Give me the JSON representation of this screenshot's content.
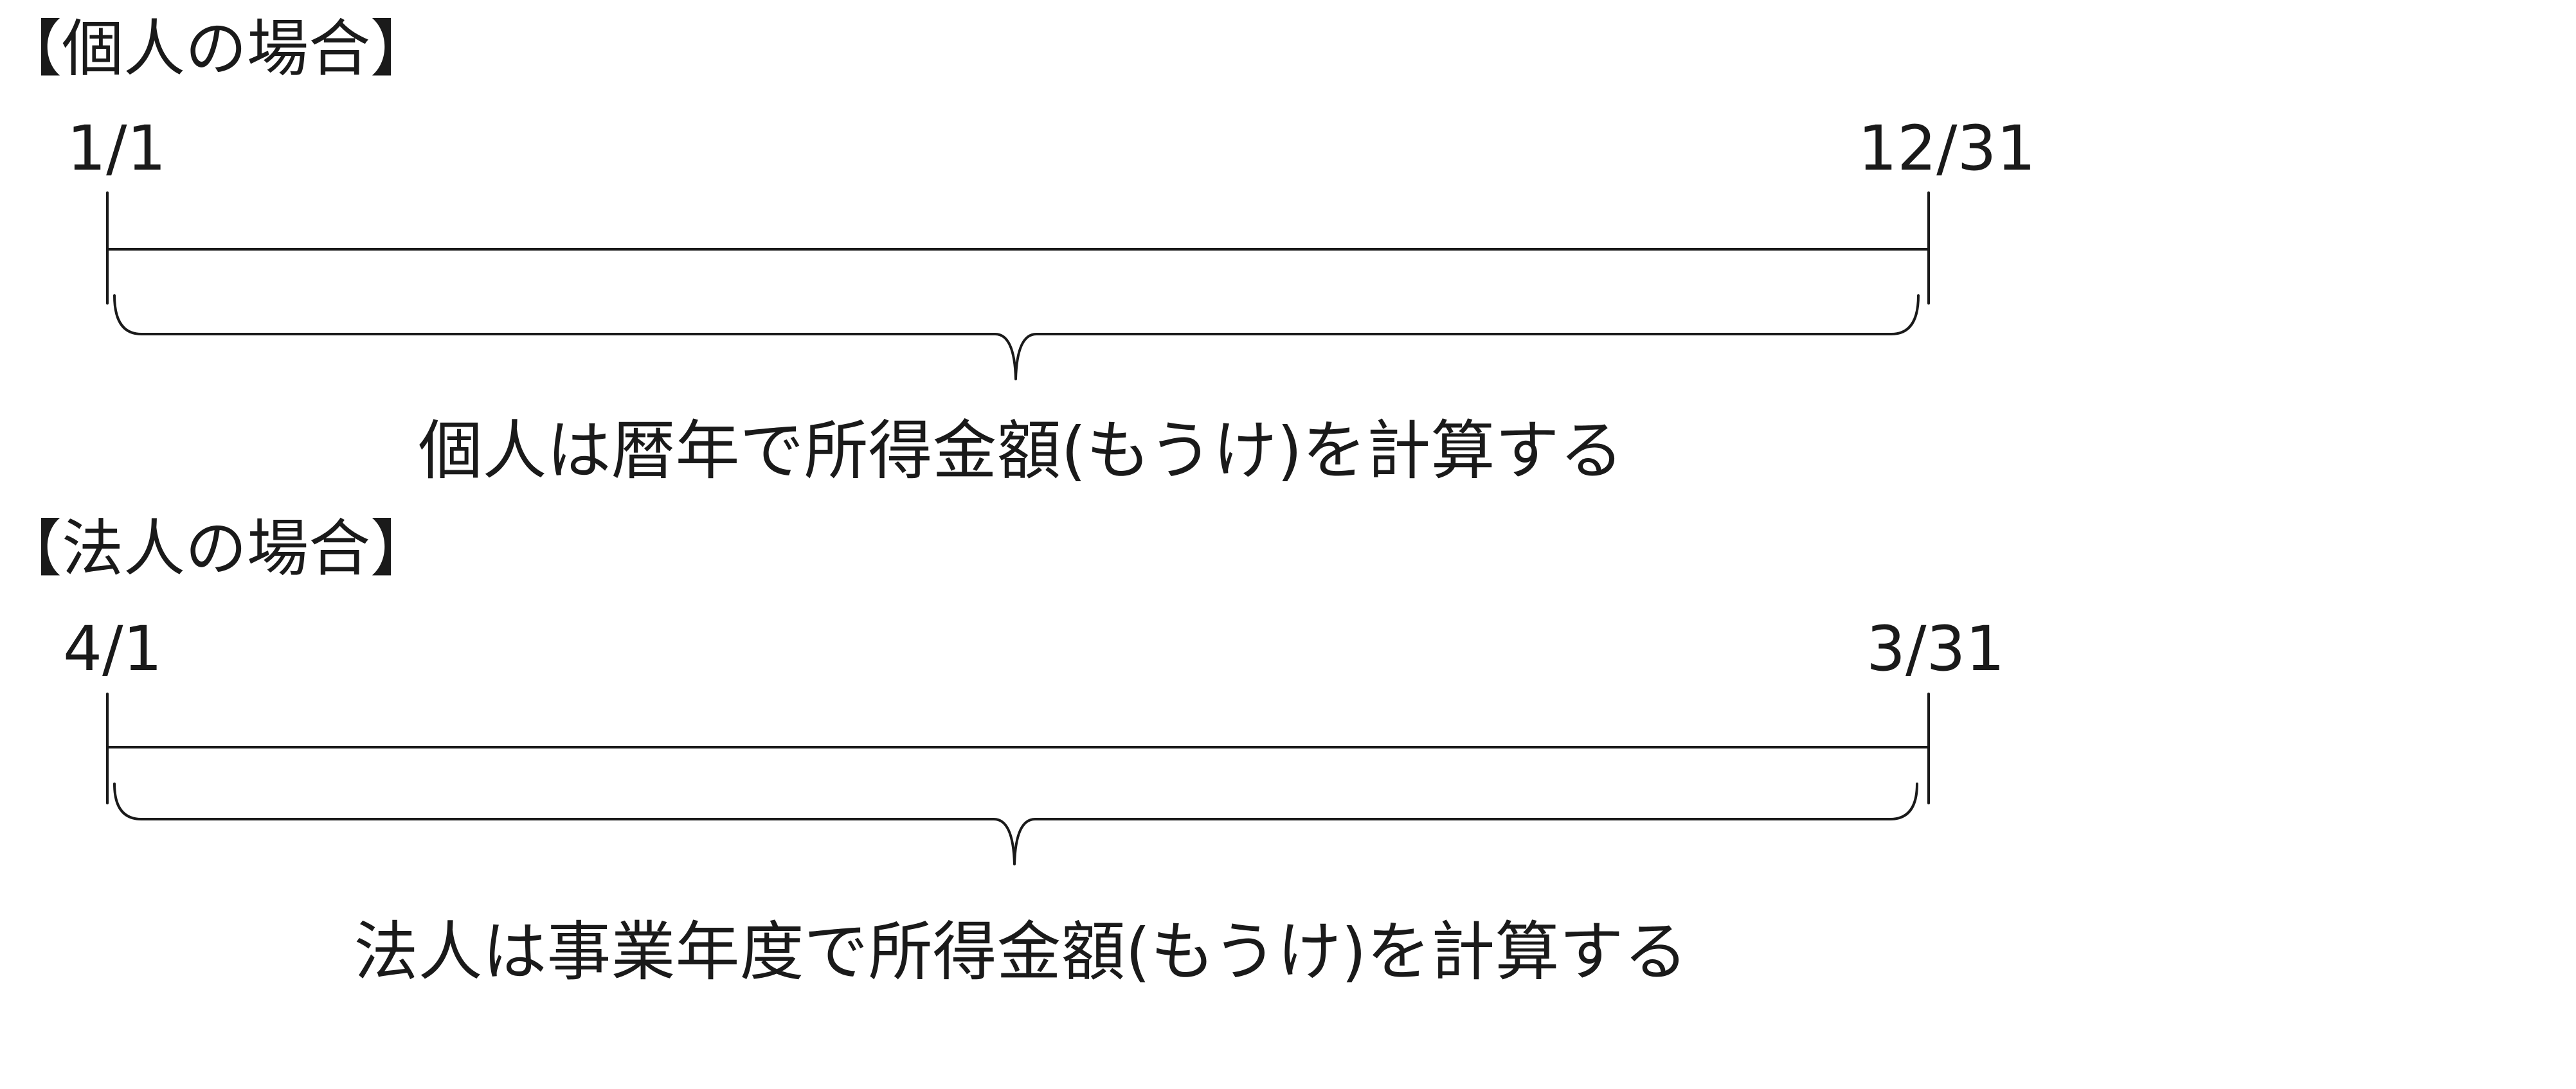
{
  "individual": {
    "heading": "【個人の場合】",
    "start_date": "1/1",
    "end_date": "12/31",
    "caption": "個人は暦年で所得金額(もうけ)を計算する"
  },
  "corporation": {
    "heading": "【法人の場合】",
    "start_date": "4/1",
    "end_date": "3/31",
    "caption": "法人は事業年度で所得金額(もうけ)を計算する"
  }
}
